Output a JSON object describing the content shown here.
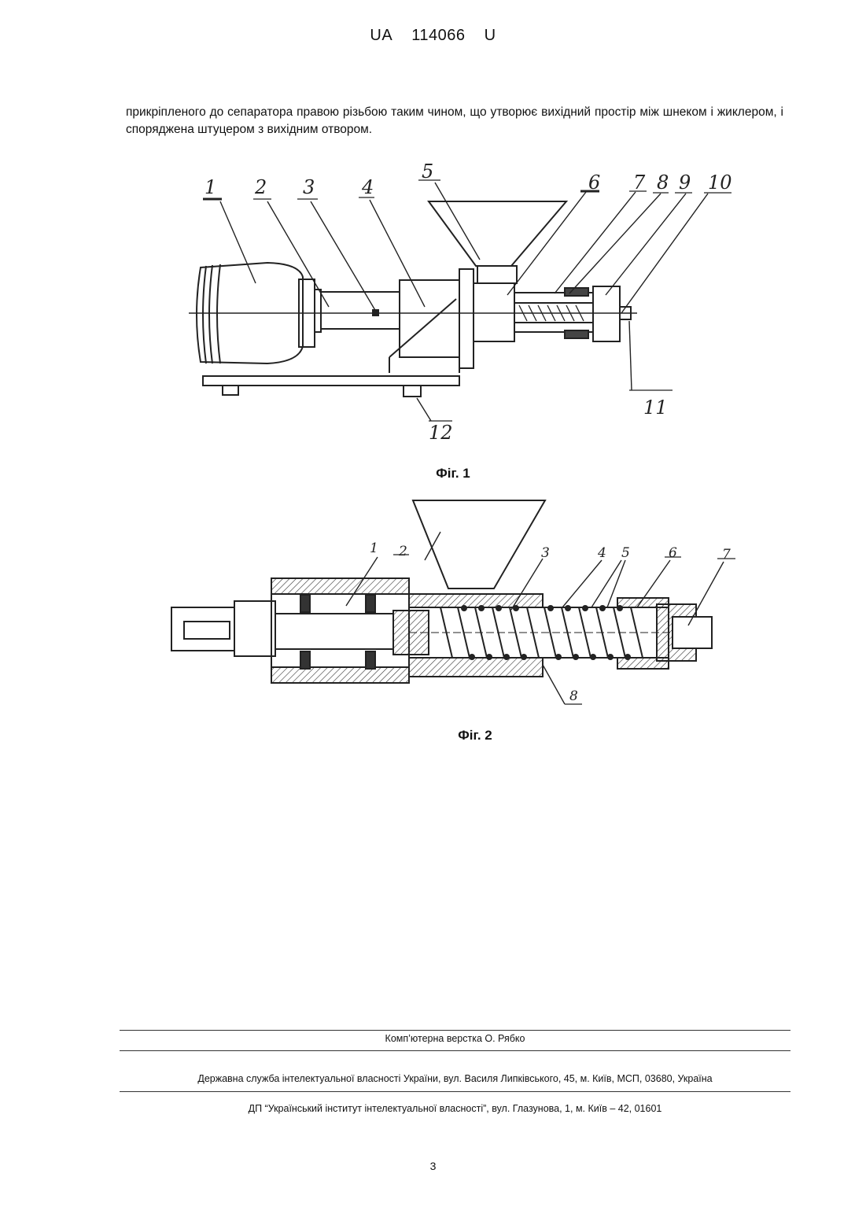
{
  "header": {
    "country": "UA",
    "number": "114066",
    "kind": "U"
  },
  "body_text": "прикріпленого до сепаратора правою різьбою таким чином, що утворює вихідний простір між шнеком і жиклером, і споряджена штуцером з вихідним отвором.",
  "figure1": {
    "caption": "Фіг. 1",
    "labels": [
      "1",
      "2",
      "3",
      "4",
      "5",
      "6",
      "7",
      "8",
      "9",
      "10",
      "11",
      "12"
    ]
  },
  "figure2": {
    "caption": "Фіг. 2",
    "labels": [
      "1",
      "2",
      "3",
      "4",
      "5",
      "6",
      "7",
      "8"
    ]
  },
  "footer": {
    "layout_credit": "Комп’ютерна верстка О. Рябко",
    "agency": "Державна служба інтелектуальної власності України, вул. Василя Липківського, 45, м. Київ, МСП, 03680, Україна",
    "institute": "ДП “Український інститут інтелектуальної власності”, вул. Глазунова, 1, м. Київ – 42, 01601",
    "page_number": "3"
  }
}
